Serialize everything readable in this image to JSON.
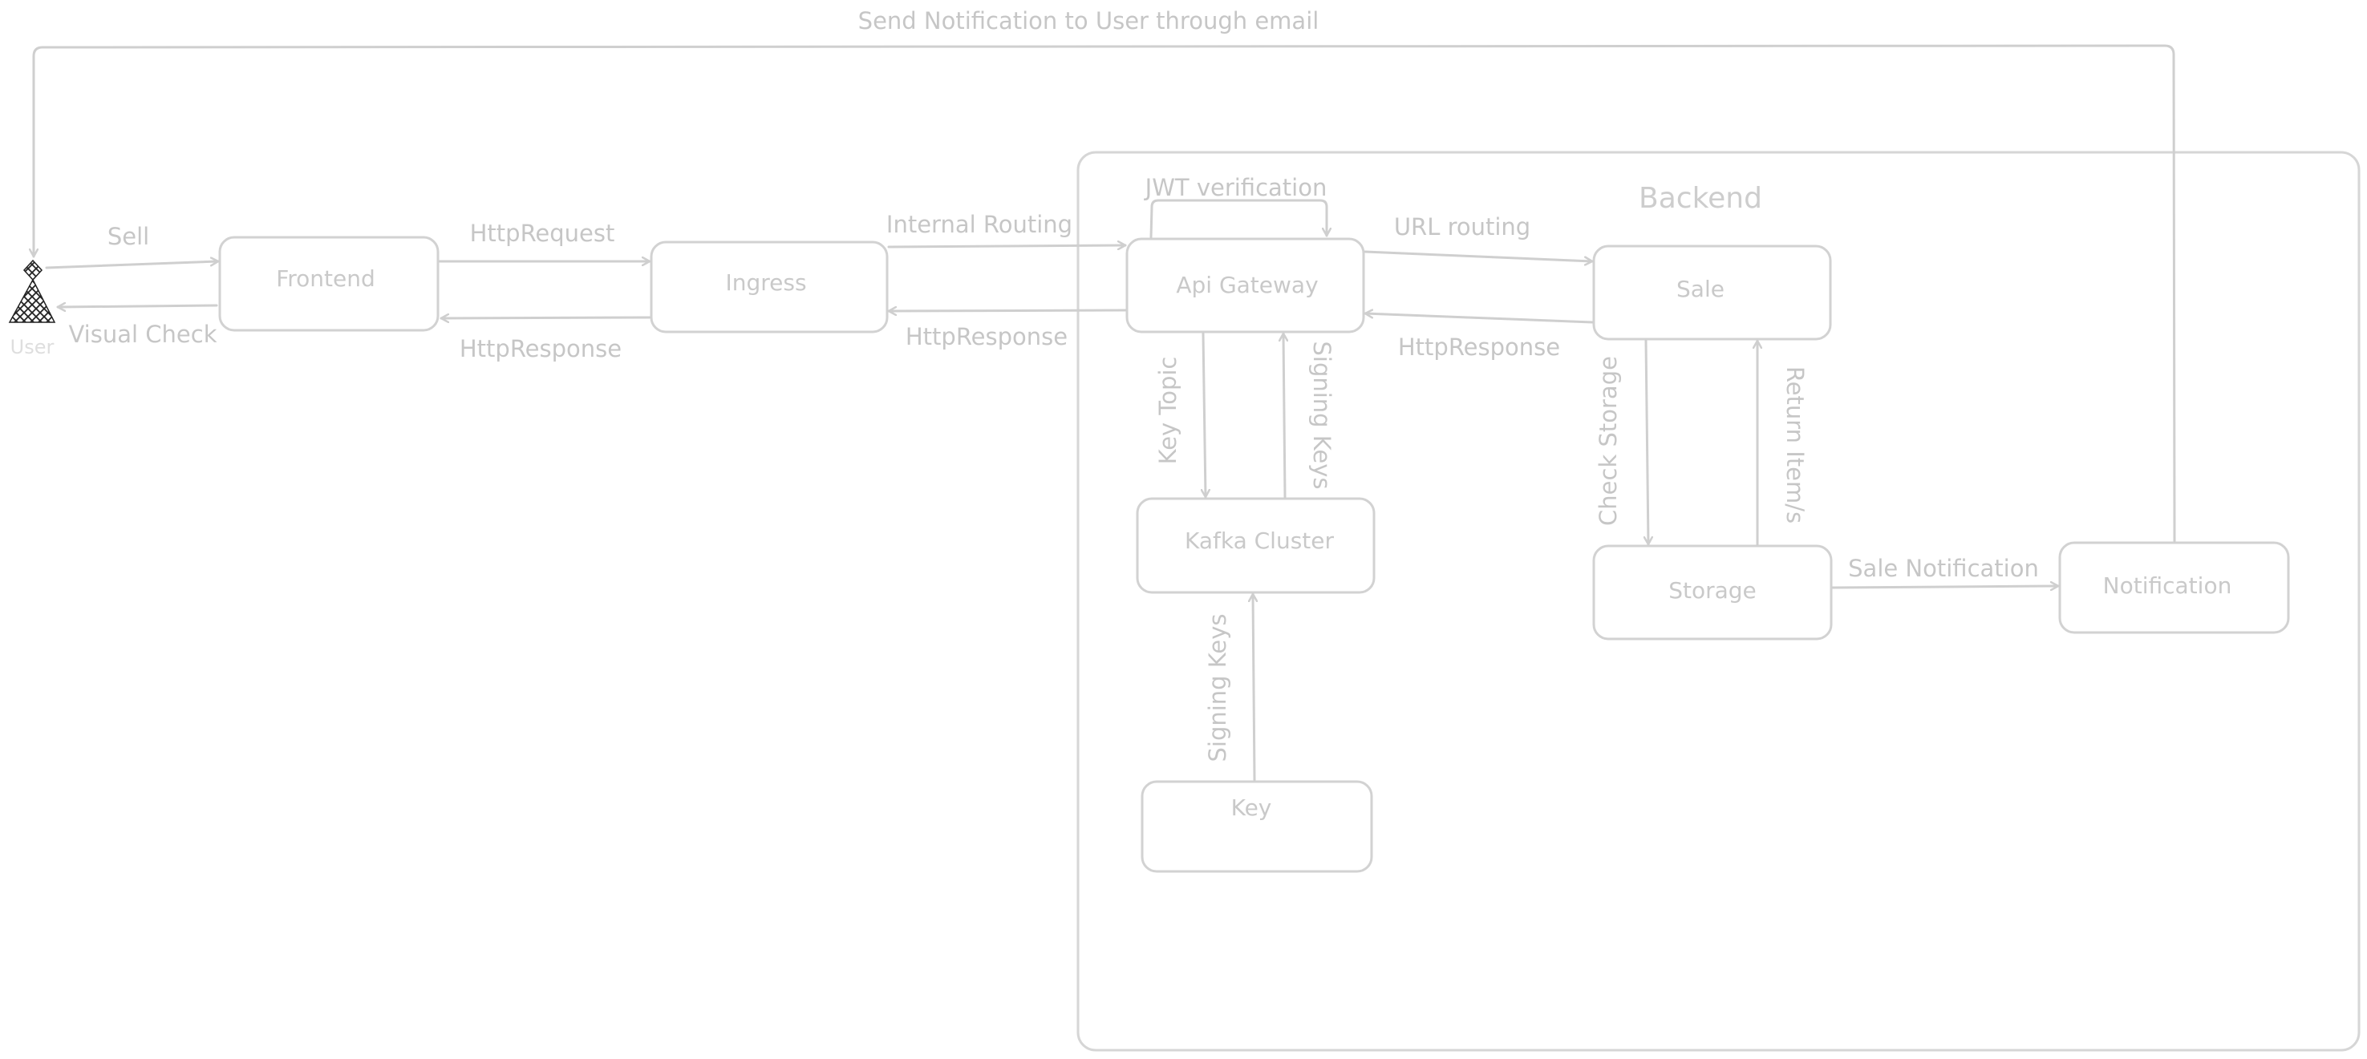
{
  "diagram": {
    "top_label": "Send Notification to User through email",
    "backend_title": "Backend",
    "actor": {
      "name": "User"
    },
    "nodes": {
      "frontend": "Frontend",
      "ingress": "Ingress",
      "api_gateway": "Api Gateway",
      "sale": "Sale",
      "kafka": "Kafka Cluster",
      "storage": "Storage",
      "notification": "Notification",
      "key": "Key"
    },
    "edges": {
      "sell": "Sell",
      "visual_check": "Visual Check",
      "http_request": "HttpRequest",
      "http_response_1": "HttpResponse",
      "internal_routing": "Internal Routing",
      "http_response_2": "HttpResponse",
      "jwt_verification": "JWT verification",
      "url_routing": "URL routing",
      "http_response_3": "HttpResponse",
      "key_topic": "Key Topic",
      "signing_keys_up": "Signing Keys",
      "check_storage": "Check Storage",
      "return_items": "Return Item/s",
      "sale_notification": "Sale Notification",
      "signing_keys_key": "Signing Keys"
    },
    "colors": {
      "stroke": "#d2d2d2",
      "text": "#c6c6c6",
      "actor": "#222222"
    }
  }
}
